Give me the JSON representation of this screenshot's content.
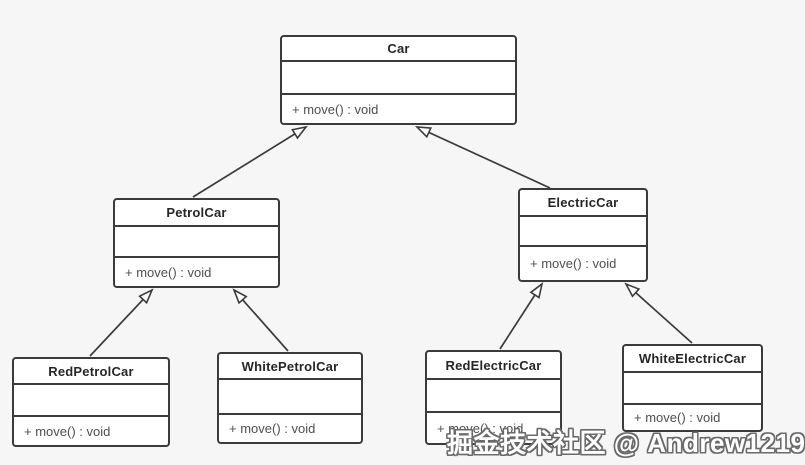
{
  "diagram": {
    "type": "uml-class-diagram",
    "classes": [
      {
        "name": "Car",
        "attributes": "",
        "method": "+ move() : void"
      },
      {
        "name": "PetrolCar",
        "attributes": "",
        "method": "+ move() : void"
      },
      {
        "name": "ElectricCar",
        "attributes": "",
        "method": "+ move() : void"
      },
      {
        "name": "RedPetrolCar",
        "attributes": "",
        "method": "+ move() : void"
      },
      {
        "name": "WhitePetrolCar",
        "attributes": "",
        "method": "+ move() : void"
      },
      {
        "name": "RedElectricCar",
        "attributes": "",
        "method": "+ move() : void"
      },
      {
        "name": "WhiteElectricCar",
        "attributes": "",
        "method": "+ move() : void"
      }
    ],
    "relationships": [
      {
        "from": "PetrolCar",
        "to": "Car",
        "type": "generalization"
      },
      {
        "from": "ElectricCar",
        "to": "Car",
        "type": "generalization"
      },
      {
        "from": "RedPetrolCar",
        "to": "PetrolCar",
        "type": "generalization"
      },
      {
        "from": "WhitePetrolCar",
        "to": "PetrolCar",
        "type": "generalization"
      },
      {
        "from": "RedElectricCar",
        "to": "ElectricCar",
        "type": "generalization"
      },
      {
        "from": "WhiteElectricCar",
        "to": "ElectricCar",
        "type": "generalization"
      }
    ]
  },
  "watermark": {
    "text": "掘金技术社区 @ Andrew1219"
  },
  "colors": {
    "background": "#f6f6f6",
    "box_fill": "#ffffff",
    "border": "#3b3b3b",
    "method_text": "#4f4f4f",
    "watermark_fill": "#ffffff",
    "watermark_outline": "#6a6a6a"
  }
}
